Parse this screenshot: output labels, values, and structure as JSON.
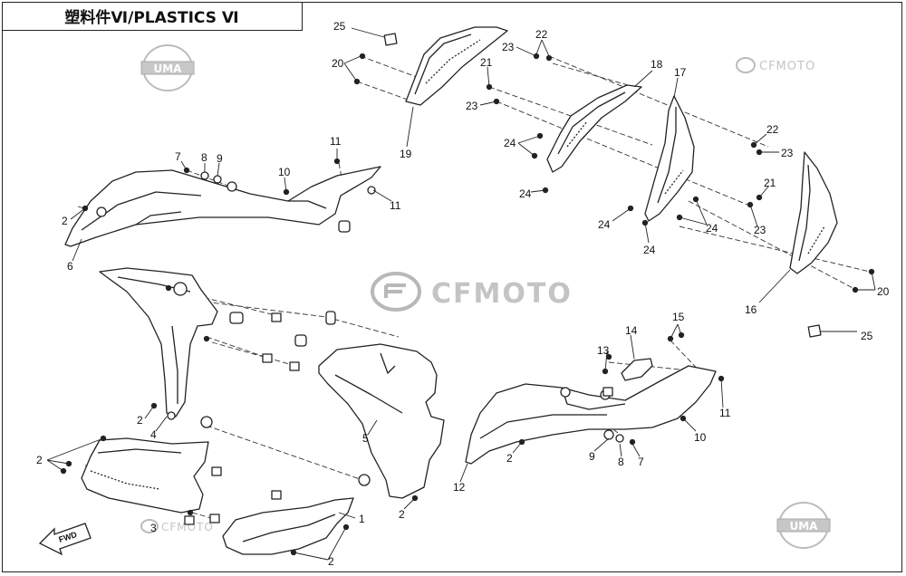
{
  "title": "塑料件Ⅵ/PLASTICS Ⅵ",
  "watermark": {
    "brand": "CFMOTO",
    "badge": "UMA"
  },
  "fwd_arrow_label": "FWD",
  "colors": {
    "line": "#222222",
    "watermark": "#b8b8b8",
    "part_fill": "#ffffff"
  },
  "callouts": [
    {
      "id": "c25a",
      "text": "25"
    },
    {
      "id": "c20a",
      "text": "20"
    },
    {
      "id": "c19",
      "text": "19"
    },
    {
      "id": "c22a",
      "text": "22"
    },
    {
      "id": "c23a",
      "text": "23"
    },
    {
      "id": "c21a",
      "text": "21"
    },
    {
      "id": "c23b",
      "text": "23"
    },
    {
      "id": "c18",
      "text": "18"
    },
    {
      "id": "c17",
      "text": "17"
    },
    {
      "id": "c24a",
      "text": "24"
    },
    {
      "id": "c24b",
      "text": "24"
    },
    {
      "id": "c22b",
      "text": "22"
    },
    {
      "id": "c23c",
      "text": "23"
    },
    {
      "id": "c21b",
      "text": "21"
    },
    {
      "id": "c24c",
      "text": "24"
    },
    {
      "id": "c24d",
      "text": "24"
    },
    {
      "id": "c24e",
      "text": "24"
    },
    {
      "id": "c23d",
      "text": "23"
    },
    {
      "id": "c16",
      "text": "16"
    },
    {
      "id": "c20b",
      "text": "20"
    },
    {
      "id": "c25b",
      "text": "25"
    },
    {
      "id": "c7a",
      "text": "7"
    },
    {
      "id": "c8a",
      "text": "8"
    },
    {
      "id": "c9a",
      "text": "9"
    },
    {
      "id": "c11a",
      "text": "11"
    },
    {
      "id": "c10a",
      "text": "10"
    },
    {
      "id": "c11b",
      "text": "11"
    },
    {
      "id": "c2a",
      "text": "2"
    },
    {
      "id": "c6",
      "text": "6"
    },
    {
      "id": "c2b",
      "text": "2"
    },
    {
      "id": "c4",
      "text": "4"
    },
    {
      "id": "c5",
      "text": "5"
    },
    {
      "id": "c2c",
      "text": "2"
    },
    {
      "id": "c3",
      "text": "3"
    },
    {
      "id": "c1",
      "text": "1"
    },
    {
      "id": "c2d",
      "text": "2"
    },
    {
      "id": "c2e",
      "text": "2"
    },
    {
      "id": "c14",
      "text": "14"
    },
    {
      "id": "c15",
      "text": "15"
    },
    {
      "id": "c13",
      "text": "13"
    },
    {
      "id": "c11c",
      "text": "11"
    },
    {
      "id": "c10b",
      "text": "10"
    },
    {
      "id": "c9b",
      "text": "9"
    },
    {
      "id": "c8b",
      "text": "8"
    },
    {
      "id": "c7b",
      "text": "7"
    },
    {
      "id": "c2f",
      "text": "2"
    },
    {
      "id": "c12",
      "text": "12"
    }
  ]
}
